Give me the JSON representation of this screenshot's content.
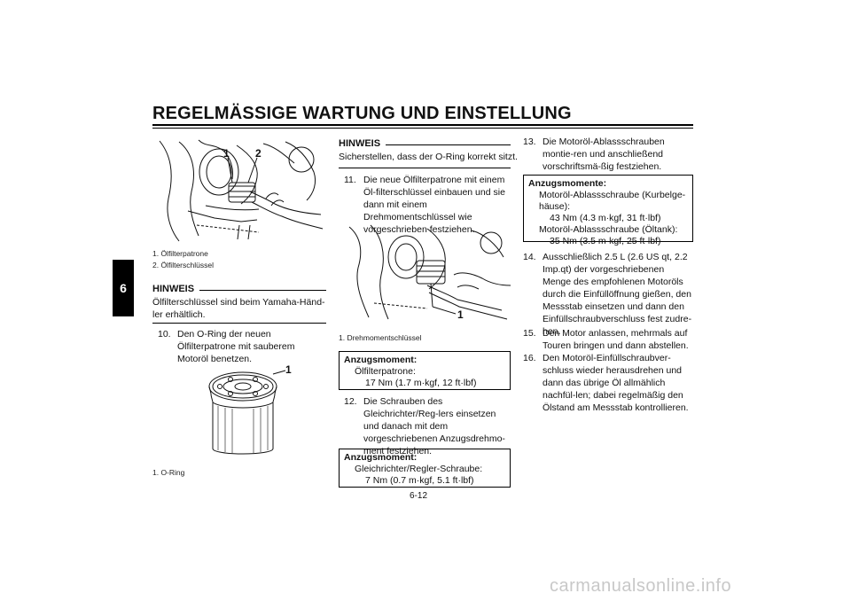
{
  "header": {
    "title": "REGELMÄSSIGE WARTUNG UND EINSTELLUNG"
  },
  "side_tab": {
    "label": "6"
  },
  "page_number": "6-12",
  "watermark": "carmanualsonline.info",
  "col1": {
    "fig1": {
      "callouts": [
        "1",
        "2"
      ],
      "captions": [
        "1. Ölfilterpatrone",
        "2. Ölfilterschlüssel"
      ]
    },
    "note": {
      "heading": "HINWEIS",
      "text": "Ölfilterschlüssel sind beim Yamaha-Händ-ler erhältlich."
    },
    "step10": {
      "num": "10.",
      "text": "Den O-Ring der neuen Ölfilterpatrone mit sauberem Motoröl benetzen."
    },
    "fig2": {
      "callout": "1",
      "caption": "1. O-Ring"
    }
  },
  "col2": {
    "note": {
      "heading": "HINWEIS",
      "text": "Sicherstellen, dass der O-Ring korrekt sitzt."
    },
    "step11": {
      "num": "11.",
      "text": "Die neue Ölfilterpatrone mit einem Öl-filterschlüssel einbauen und sie dann mit einem Drehmomentschlüssel wie vorgeschrieben festziehen."
    },
    "fig3": {
      "callout": "1",
      "caption": "1. Drehmomentschlüssel"
    },
    "torque1": {
      "heading": "Anzugsmoment:",
      "item": "Ölfilterpatrone:",
      "value": "17 Nm (1.7 m·kgf, 12 ft·lbf)"
    },
    "step12": {
      "num": "12.",
      "text": "Die Schrauben des Gleichrichter/Reg-lers einsetzen und danach mit dem vorgeschriebenen Anzugsdrehmo-ment festziehen."
    },
    "torque2": {
      "heading": "Anzugsmoment:",
      "item": "Gleichrichter/Regler-Schraube:",
      "value": "7 Nm (0.7 m·kgf, 5.1 ft·lbf)"
    }
  },
  "col3": {
    "step13": {
      "num": "13.",
      "text": "Die Motoröl-Ablassschrauben montie-ren und anschließend vorschriftsmä-ßig festziehen."
    },
    "torque3": {
      "heading": "Anzugsmomente:",
      "item1": "Motoröl-Ablassschraube (Kurbelge-häuse):",
      "value1": "43 Nm (4.3 m·kgf, 31 ft·lbf)",
      "item2": "Motoröl-Ablassschraube (Öltank):",
      "value2": "35 Nm (3.5 m·kgf, 25 ft·lbf)"
    },
    "step14": {
      "num": "14.",
      "text": "Ausschließlich 2.5 L (2.6 US qt, 2.2 Imp.qt) der vorgeschriebenen Menge des empfohlenen Motoröls durch die Einfüllöffnung gießen, den Messstab einsetzen und dann den Einfüllschraubverschluss fest zudre-hen."
    },
    "step15": {
      "num": "15.",
      "text": "Den Motor anlassen, mehrmals auf Touren bringen und dann abstellen."
    },
    "step16": {
      "num": "16.",
      "text": "Den Motoröl-Einfüllschraubver-schluss wieder herausdrehen und dann das übrige Öl allmählich nachfül-len; dabei regelmäßig den Ölstand am Messstab kontrollieren."
    }
  }
}
